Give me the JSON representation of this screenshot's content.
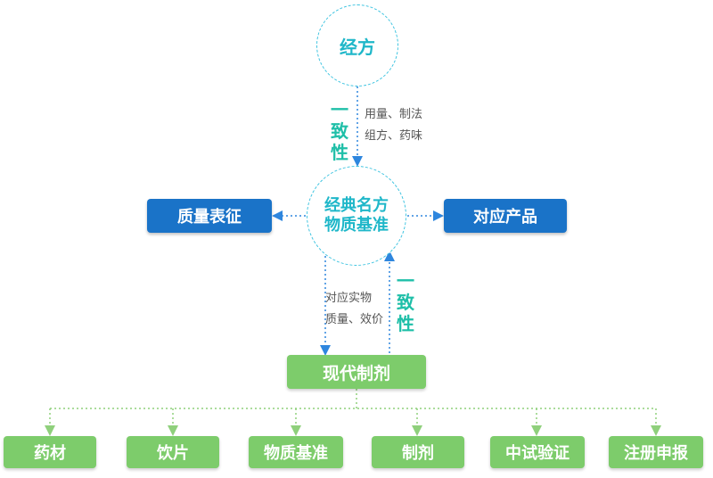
{
  "top_circle": "经方",
  "center_circle": {
    "line1": "经典名方",
    "line2": "物质基准"
  },
  "left_box": "质量表征",
  "right_box": "对应产品",
  "upper_consistency": [
    "一",
    "致",
    "性"
  ],
  "upper_note": {
    "line1": "用量、制法",
    "line2": "组方、药味"
  },
  "lower_note": {
    "line1": "对应实物",
    "line2": "质量、效价"
  },
  "lower_consistency": [
    "一",
    "致",
    "性"
  ],
  "middle_box": "现代制剂",
  "bottom_boxes": [
    "药材",
    "饮片",
    "物质基准",
    "制剂",
    "中试验证",
    "注册申报"
  ],
  "colors": {
    "teal_text": "#1fb7c9",
    "dashed_circle": "#3bc3e0",
    "blue_box": "#1a73c8",
    "green_box": "#7dcc6b",
    "blue_arrow": "#2e86de",
    "green_line": "#8fd07c"
  }
}
